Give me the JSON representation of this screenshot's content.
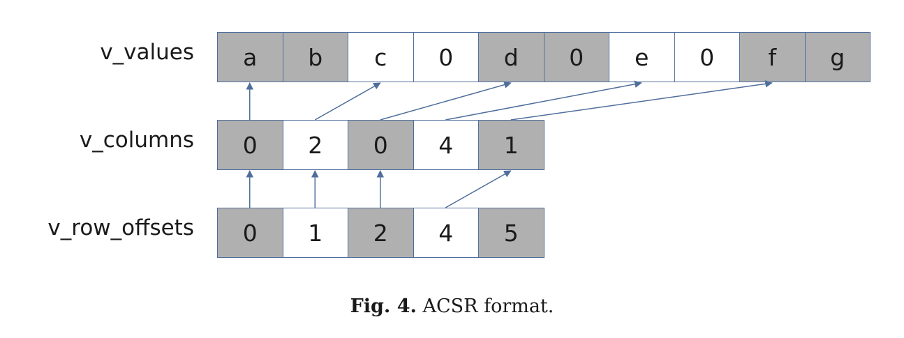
{
  "rows": [
    {
      "id": "values",
      "label": "v_values",
      "cells": [
        {
          "text": "a",
          "shaded": true
        },
        {
          "text": "b",
          "shaded": true
        },
        {
          "text": "c",
          "shaded": false
        },
        {
          "text": "0",
          "shaded": false
        },
        {
          "text": "d",
          "shaded": true
        },
        {
          "text": "0",
          "shaded": true
        },
        {
          "text": "e",
          "shaded": false
        },
        {
          "text": "0",
          "shaded": false
        },
        {
          "text": "f",
          "shaded": true
        },
        {
          "text": "g",
          "shaded": true
        }
      ]
    },
    {
      "id": "columns",
      "label": "v_columns",
      "cells": [
        {
          "text": "0",
          "shaded": true
        },
        {
          "text": "2",
          "shaded": false
        },
        {
          "text": "0",
          "shaded": true
        },
        {
          "text": "4",
          "shaded": false
        },
        {
          "text": "1",
          "shaded": true
        }
      ]
    },
    {
      "id": "row_offsets",
      "label": "v_row_offsets",
      "cells": [
        {
          "text": "0",
          "shaded": true
        },
        {
          "text": "1",
          "shaded": false
        },
        {
          "text": "2",
          "shaded": true
        },
        {
          "text": "4",
          "shaded": false
        },
        {
          "text": "5",
          "shaded": true
        }
      ]
    }
  ],
  "arrows": [
    {
      "from_row": "columns",
      "from_cell": 0,
      "to_row": "values",
      "to_cell": 0
    },
    {
      "from_row": "columns",
      "from_cell": 1,
      "to_row": "values",
      "to_cell": 2
    },
    {
      "from_row": "columns",
      "from_cell": 2,
      "to_row": "values",
      "to_cell": 4
    },
    {
      "from_row": "columns",
      "from_cell": 3,
      "to_row": "values",
      "to_cell": 6
    },
    {
      "from_row": "columns",
      "from_cell": 4,
      "to_row": "values",
      "to_cell": 8
    },
    {
      "from_row": "row_offsets",
      "from_cell": 0,
      "to_row": "columns",
      "to_cell": 0
    },
    {
      "from_row": "row_offsets",
      "from_cell": 1,
      "to_row": "columns",
      "to_cell": 1
    },
    {
      "from_row": "row_offsets",
      "from_cell": 2,
      "to_row": "columns",
      "to_cell": 2
    },
    {
      "from_row": "row_offsets",
      "from_cell": 3,
      "to_row": "columns",
      "to_cell": 4
    }
  ],
  "colors": {
    "shaded_fill": "#b0b0b0",
    "cell_border": "#4f6e9c",
    "arrow": "#4f6e9c"
  },
  "caption": {
    "label": "Fig. 4.",
    "text": "ACSR format."
  }
}
